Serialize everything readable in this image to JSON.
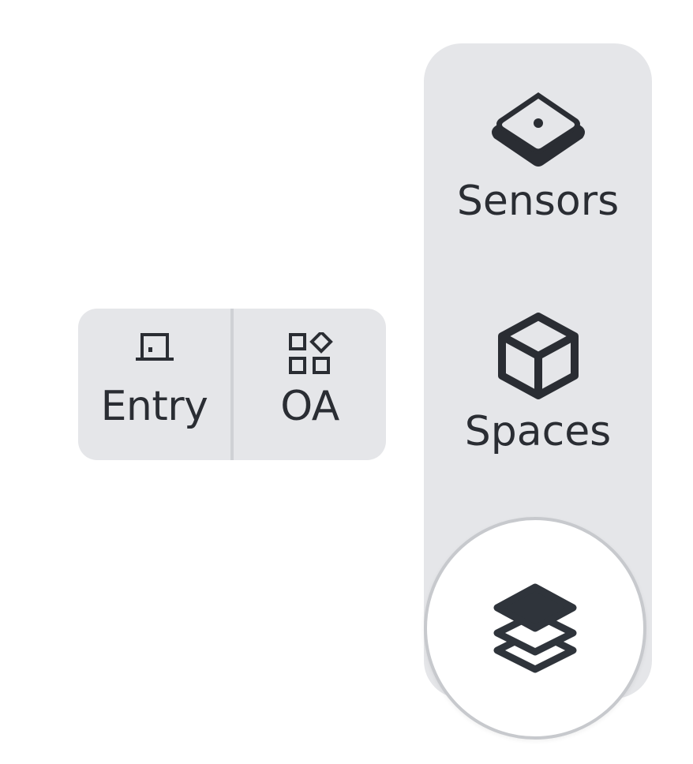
{
  "toggle": {
    "items": [
      {
        "label": "Entry",
        "icon": "door-icon"
      },
      {
        "label": "OA",
        "icon": "grid-shapes-icon"
      }
    ]
  },
  "rail": {
    "items": [
      {
        "label": "Sensors",
        "icon": "sensor-icon"
      },
      {
        "label": "Spaces",
        "icon": "cube-icon"
      }
    ]
  },
  "layers_button": {
    "icon": "layers-icon"
  },
  "colors": {
    "panel_bg": "#e5e6e9",
    "text": "#2a2d33",
    "divider": "#cfd1d5",
    "button_border": "#c7c9cd"
  }
}
